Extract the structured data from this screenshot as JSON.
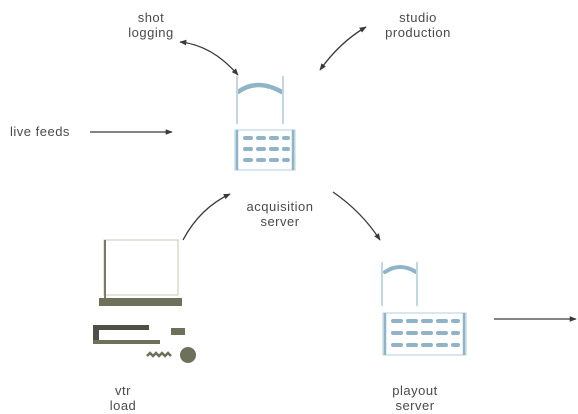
{
  "labels": {
    "shot_logging": [
      "shot",
      "logging"
    ],
    "studio_production": [
      "studio",
      "production"
    ],
    "live_feeds": "live feeds",
    "acquisition_server": [
      "acquisition",
      "server"
    ],
    "vtr_load": [
      "vtr",
      "load"
    ],
    "playout_server": [
      "playout",
      "server"
    ]
  },
  "colors": {
    "text": "#4a4a4a",
    "arrow": "#3a3a3a",
    "server_blue": "#8fb4c8",
    "server_light": "#c3d7e2",
    "vtr_olive": "#6f705a",
    "vtr_dark": "#4f5045"
  },
  "icons": {
    "acquisition_server": "server-rack-icon",
    "playout_server": "server-rack-icon",
    "vtr": "vtr-deck-icon"
  }
}
